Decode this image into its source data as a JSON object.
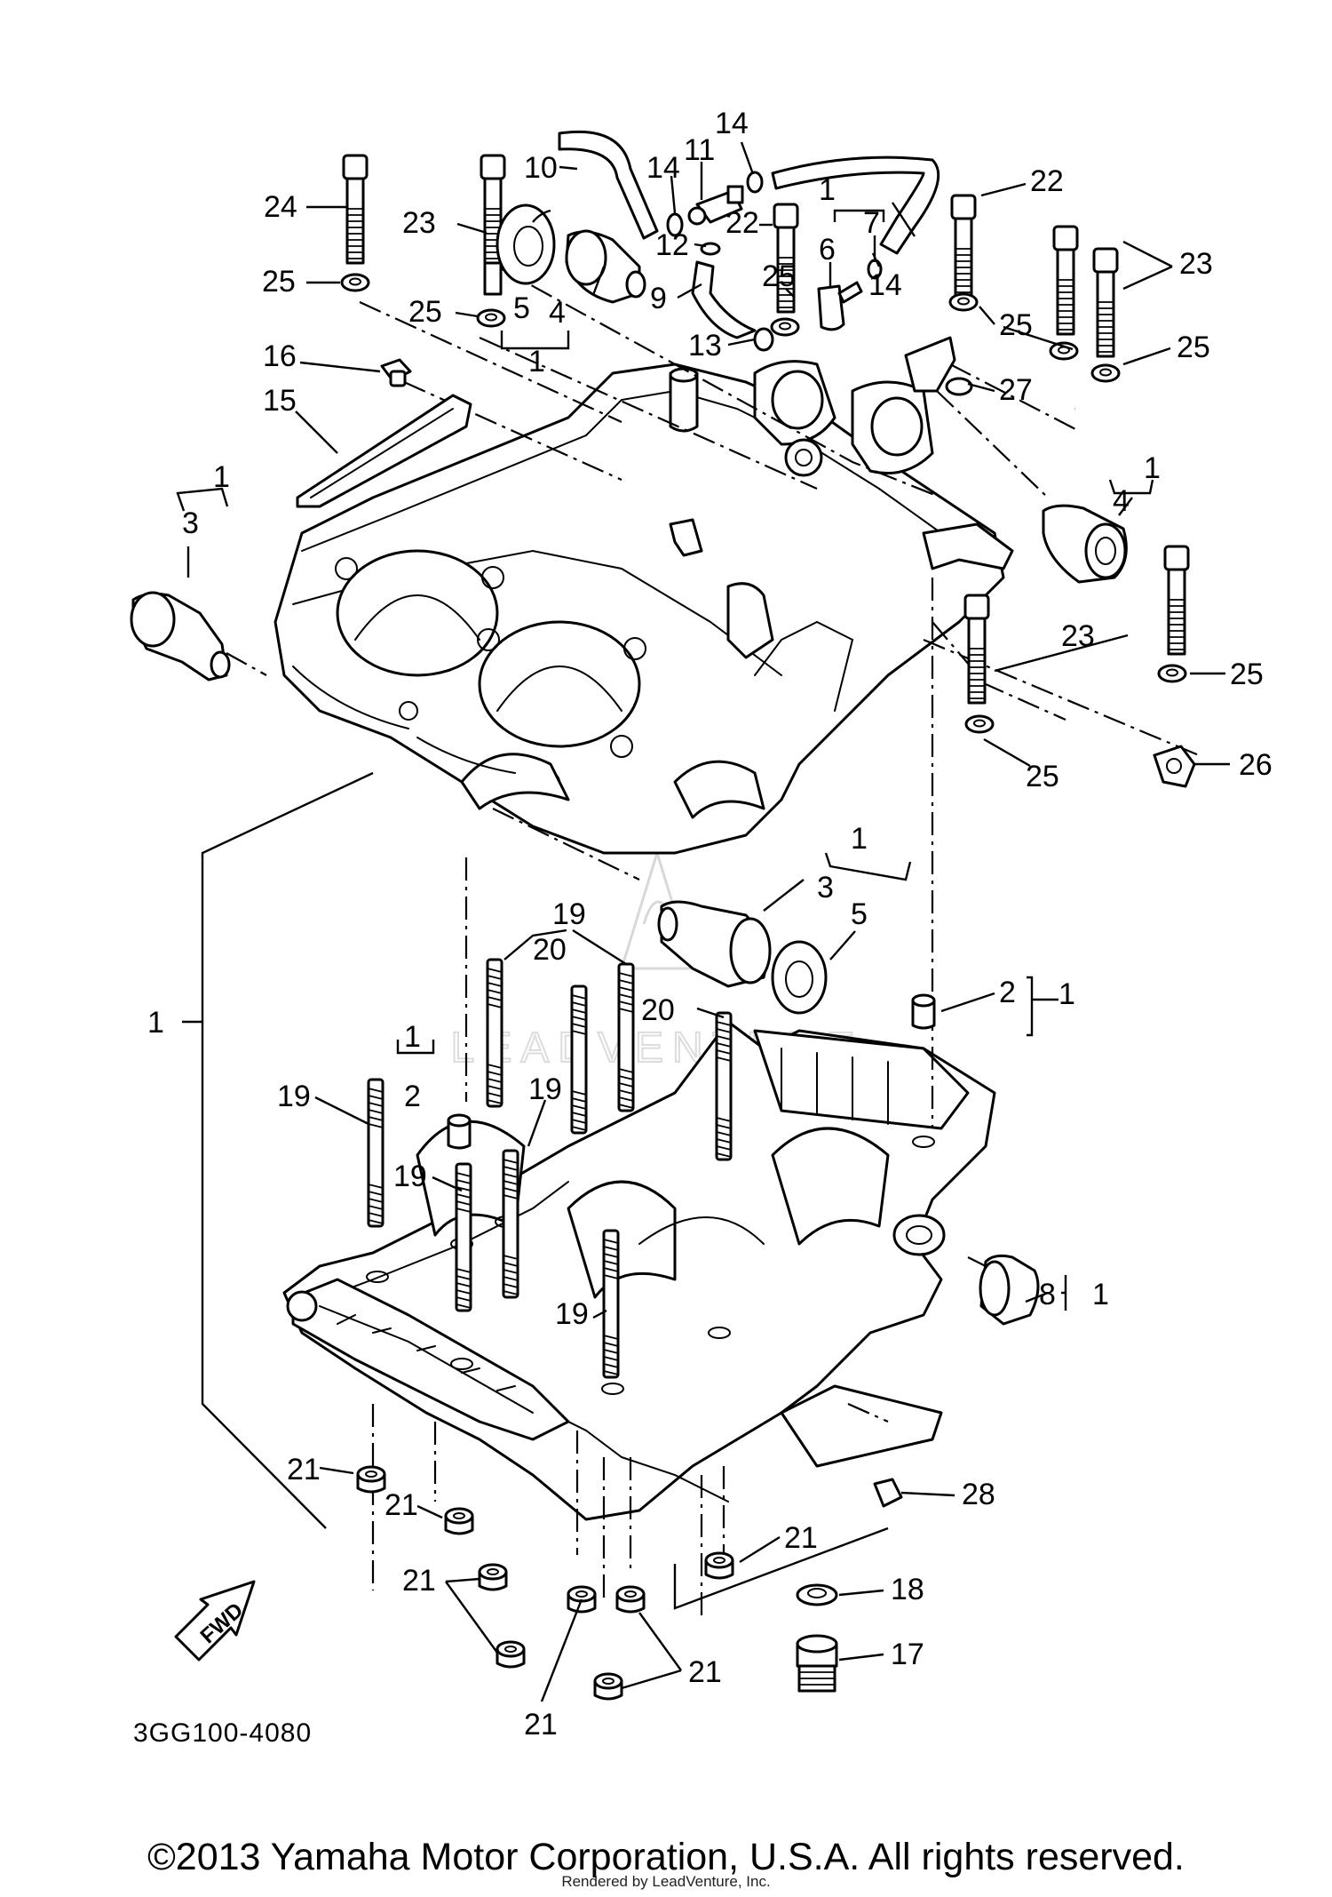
{
  "diagram": {
    "drawing_code": "3GG100-4080",
    "direction_label": "FWD",
    "callouts": {
      "c1": "1",
      "c2": "2",
      "c3": "3",
      "c4": "4",
      "c5": "5",
      "c6": "6",
      "c7": "7",
      "c8": "8",
      "c9": "9",
      "c10": "10",
      "c11": "11",
      "c12": "12",
      "c13": "13",
      "c14": "14",
      "c15": "15",
      "c16": "16",
      "c17": "17",
      "c18": "18",
      "c19": "19",
      "c20": "20",
      "c21": "21",
      "c22": "22",
      "c23": "23",
      "c24": "24",
      "c25": "25",
      "c26": "26",
      "c27": "27",
      "c28": "28"
    },
    "watermark": "LEADVENTURE"
  },
  "footer": {
    "copyright": "©2013 Yamaha Motor Corporation, U.S.A. All rights reserved.",
    "rendered_by": "Rendered by LeadVenture, Inc."
  }
}
